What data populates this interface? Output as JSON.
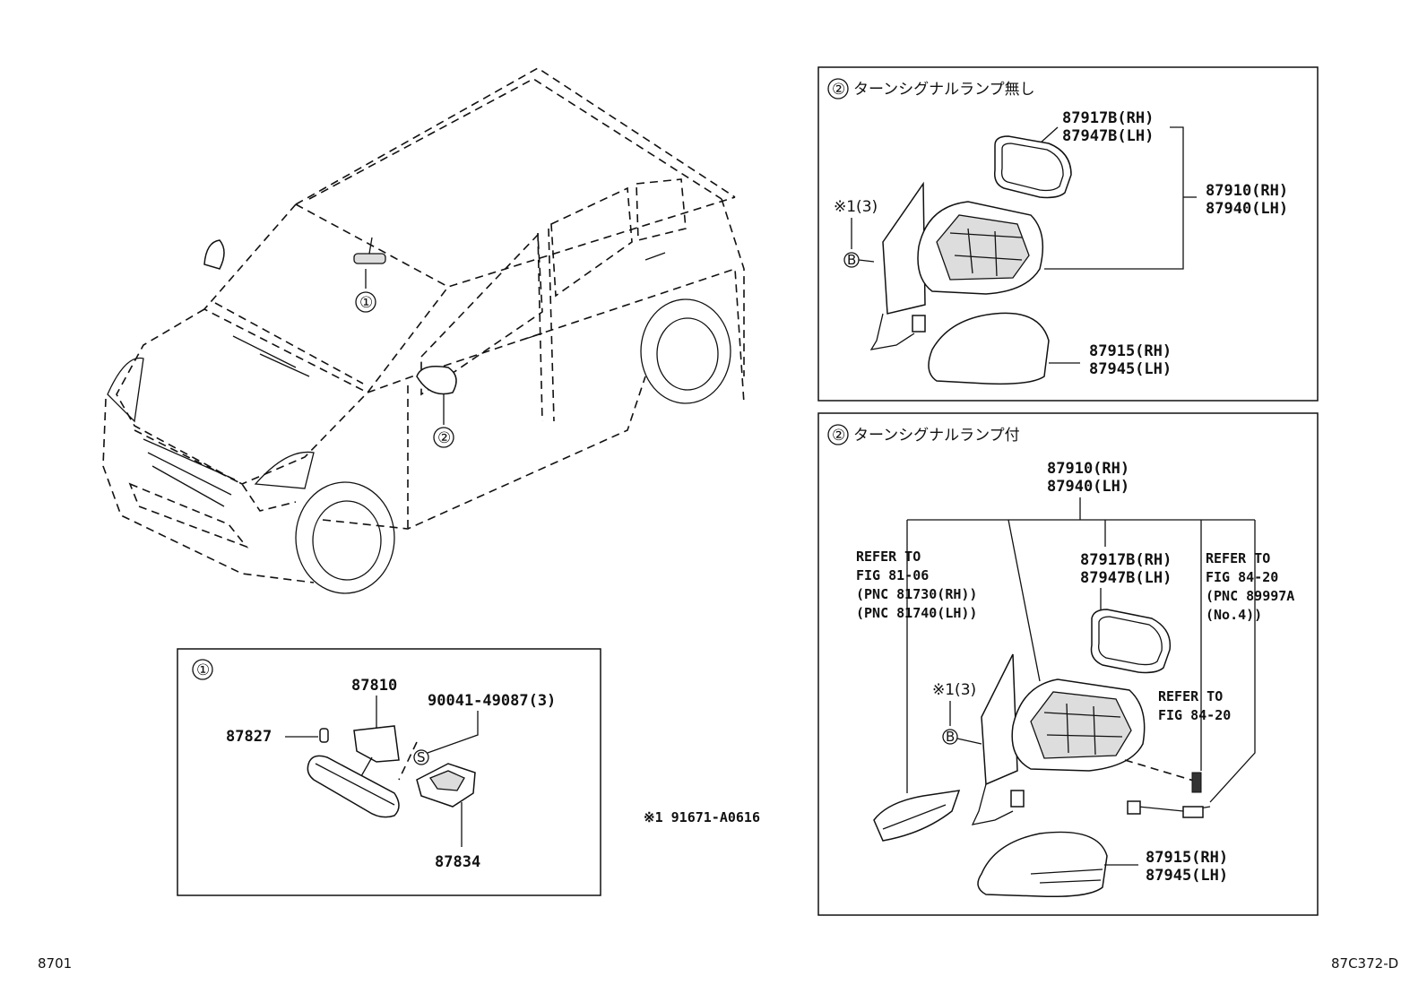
{
  "callouts": {
    "one": "①",
    "two": "②",
    "b": "B",
    "s": "S"
  },
  "panel_mirror_no_signal": {
    "title": "ターンシグナルランプ無し",
    "glass_rh": "87917B(RH)",
    "glass_lh": "87947B(LH)",
    "assy_rh": "87910(RH)",
    "assy_lh": "87940(LH)",
    "cover_rh": "87915(RH)",
    "cover_lh": "87945(LH)",
    "screw_note": "※1(3)"
  },
  "panel_mirror_signal": {
    "title": "ターンシグナルランプ付",
    "assy_rh": "87910(RH)",
    "assy_lh": "87940(LH)",
    "refer_left": [
      "REFER TO",
      "FIG 81-06",
      "(PNC 81730(RH))",
      "(PNC 81740(LH))"
    ],
    "glass_rh": "87917B(RH)",
    "glass_lh": "87947B(LH)",
    "refer_right": [
      "REFER TO",
      "FIG 84-20",
      "(PNC 89997A",
      "(No.4))"
    ],
    "refer_bulb": [
      "REFER TO",
      "FIG 84-20"
    ],
    "screw_note": "※1(3)",
    "cover_rh": "87915(RH)",
    "cover_lh": "87945(LH)"
  },
  "panel_inner_mirror": {
    "inner_mirror": "87810",
    "cover": "87827",
    "screw": "90041-49087(3)",
    "bracket": "87834"
  },
  "footnote": "※1  91671-A0616",
  "corner_left": "8701",
  "corner_right": "87C372-D"
}
